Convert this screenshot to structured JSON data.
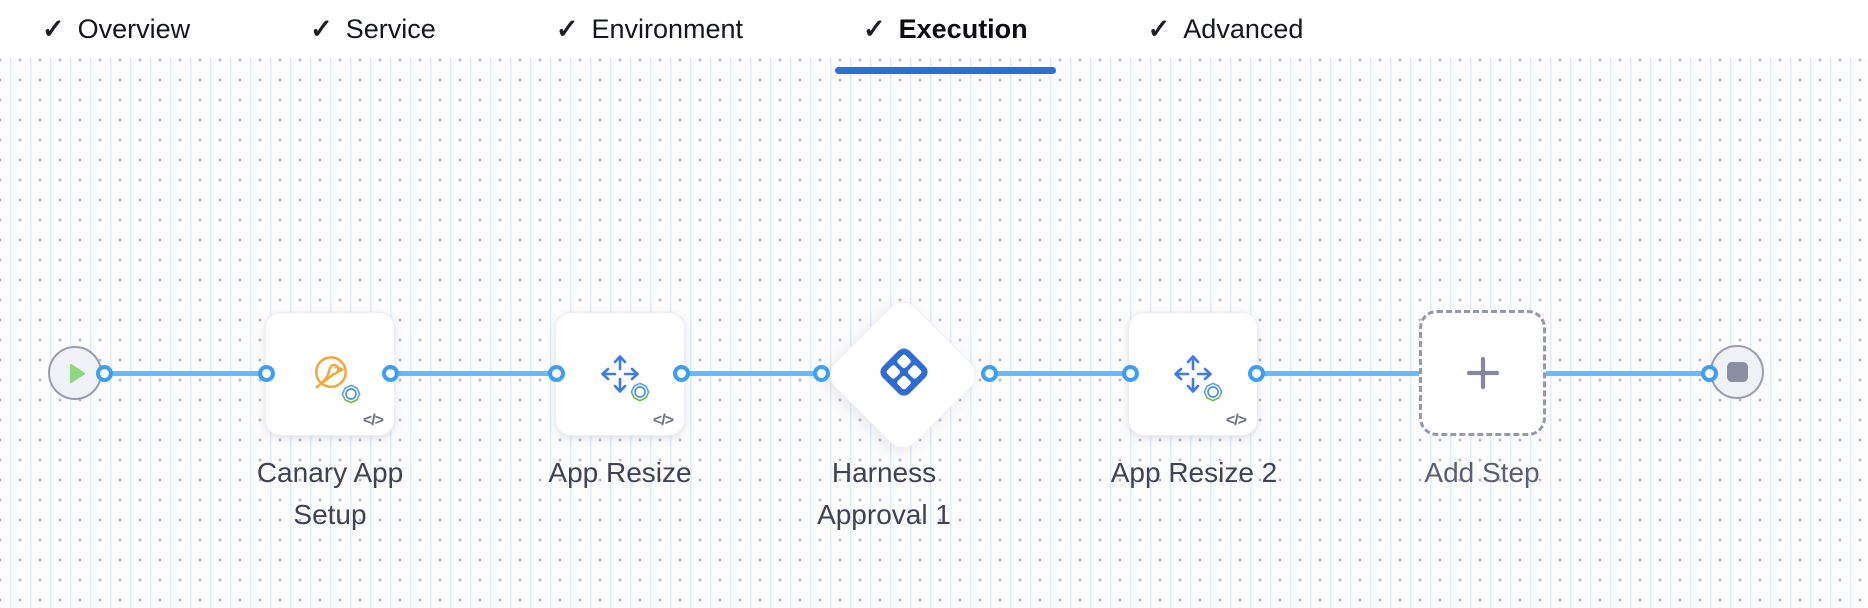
{
  "header": {
    "tabs": [
      {
        "label": "Overview",
        "check": "✓",
        "state": "complete"
      },
      {
        "label": "Service",
        "check": "✓",
        "state": "complete"
      },
      {
        "label": "Environment",
        "check": "✓",
        "state": "complete"
      },
      {
        "label": "Execution",
        "check": "✓",
        "state": "complete",
        "active": true
      },
      {
        "label": "Advanced",
        "check": "✓",
        "state": "complete"
      }
    ]
  },
  "pipeline": {
    "start_node": {
      "icon": "play-icon"
    },
    "end_node": {
      "icon": "stop-icon"
    },
    "steps": [
      {
        "label": "Canary App Setup",
        "icon": "canary-bird-icon",
        "shape": "card",
        "code_badge": "</>"
      },
      {
        "label": "App Resize",
        "icon": "resize-arrows-icon",
        "shape": "card",
        "code_badge": "</>"
      },
      {
        "label": "Harness Approval 1",
        "icon": "harness-logo-icon",
        "shape": "diamond"
      },
      {
        "label": "App Resize 2",
        "icon": "resize-arrows-icon",
        "shape": "card",
        "code_badge": "</>"
      },
      {
        "label": "Add Step",
        "icon": "plus-icon",
        "shape": "dashed-add"
      }
    ]
  },
  "colors": {
    "tab_active_underline": "#2e6fd6",
    "connector_line": "#68bbf8",
    "connector_ring": "#3d9ff2",
    "play_green": "#8cd97f",
    "node_gray": "#8c8ea4",
    "canary_orange": "#f2a63c",
    "harness_blue": "#2e6bd2",
    "arrow_blue": "#3e7ce0"
  }
}
